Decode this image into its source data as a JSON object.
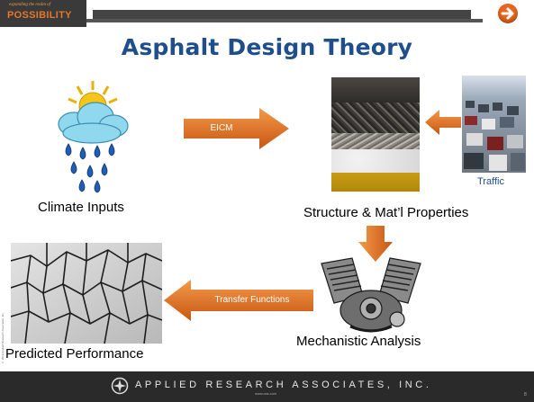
{
  "header": {
    "logo_tagline": "expanding the realm of",
    "logo_word": "POSSIBILITY",
    "next_icon": "arrow-right-circle-icon"
  },
  "slide": {
    "title": "Asphalt Design Theory",
    "climate_label": "Climate Inputs",
    "structure_label": "Structure & Mat’l Properties",
    "traffic_label": "Traffic",
    "mechanistic_label": "Mechanistic Analysis",
    "performance_label": "Predicted Performance",
    "arrow_eicm": "EICM",
    "arrow_transfer": "Transfer Functions"
  },
  "footer": {
    "company": "APPLIED RESEARCH ASSOCIATES, INC.",
    "url": "www.ara.com",
    "page": "8",
    "side_note": "© 2010 Applied Research Associates, Inc."
  },
  "colors": {
    "title": "#1f4e8c",
    "accent_orange": "#e8671e",
    "footer_bg": "#2a2a2a"
  }
}
